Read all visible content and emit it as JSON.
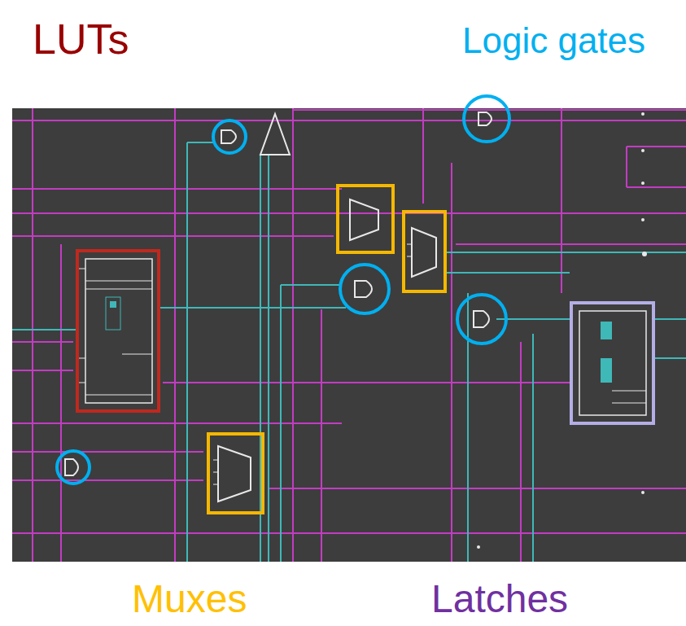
{
  "diagram": {
    "labels": [
      "LUTs",
      "Logic gates",
      "Muxes",
      "Latches"
    ]
  }
}
